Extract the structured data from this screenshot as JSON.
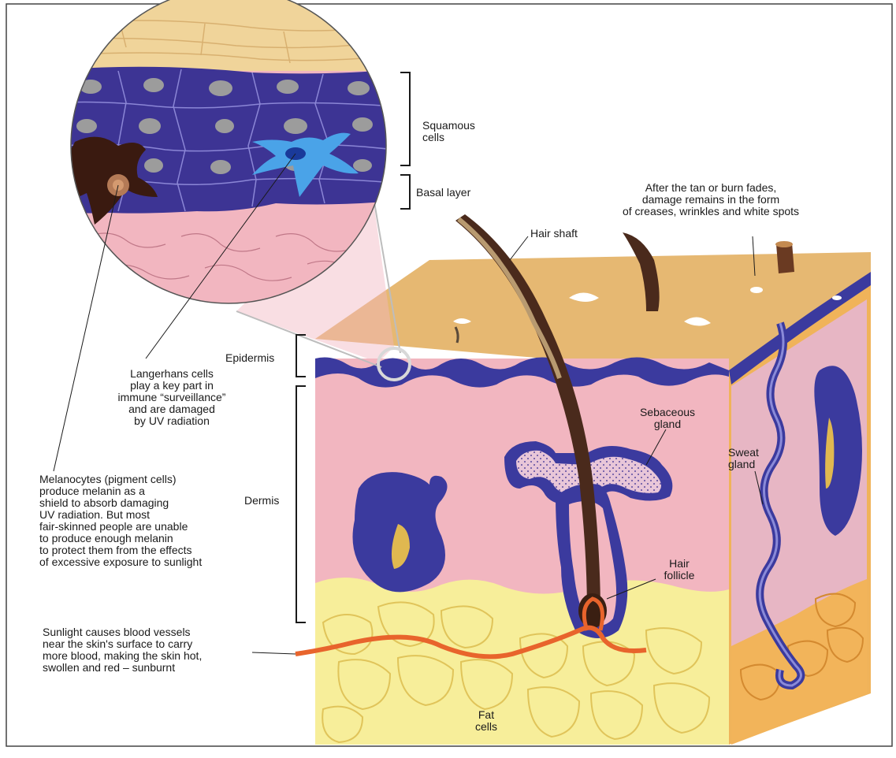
{
  "labels": {
    "squamous": "Squamous\ncells",
    "basal": "Basal layer",
    "after_tan": "After the tan or burn fades,\ndamage remains in the form\nof creases, wrinkles and white spots",
    "hair_shaft": "Hair shaft",
    "epidermis": "Epidermis",
    "dermis": "Dermis",
    "langerhans": "Langerhans cells\nplay a key part in\nimmune “surveillance”\nand are damaged\nby UV radiation",
    "sebaceous": "Sebaceous\ngland",
    "sweat": "Sweat\ngland",
    "melanocytes": "Melanocytes (pigment cells)\nproduce melanin as a\nshield to absorb damaging\nUV radiation. But most\nfair-skinned people are unable\nto produce enough melanin\nto protect them from the effects\nof excessive exposure to sunlight",
    "hair_follicle": "Hair\nfollicle",
    "sunlight": "Sunlight causes blood vessels\nnear the skin's surface to carry\nmore blood, making the skin hot,\nswollen and red – sunburnt",
    "fat": "Fat\ncells"
  },
  "colors": {
    "dermis_pink": "#f2b6c0",
    "epidermis_blue": "#3b3a9e",
    "skin_tan": "#e6b872",
    "fat_yellow": "#f7ee9a",
    "side_orange": "#f0b35a",
    "hair_brown": "#4a2a1c",
    "blood_orange": "#e8642c",
    "langerhans_blue": "#4aa3e8"
  }
}
